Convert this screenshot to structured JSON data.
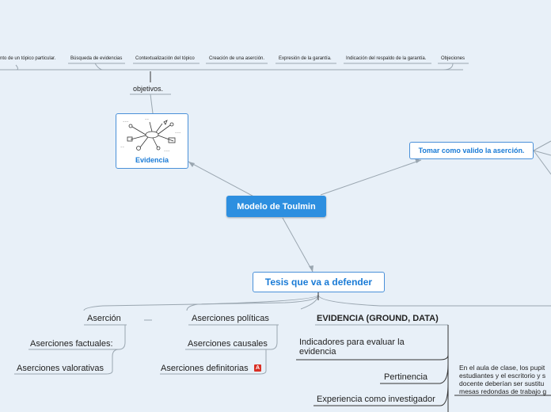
{
  "top_branch": {
    "items": [
      "nto de un tópico particular.",
      "Búsqueda de evidencias",
      "Contextualización del tópico",
      "Creación de una aserción.",
      "Expresión de la garantía.",
      "Indicación del respaldo de la garantía.",
      "Objeciones"
    ],
    "parent": "objetivos."
  },
  "central_topic": "Modelo de Toulmin",
  "evidencia_card": {
    "label": "Evidencia"
  },
  "right_topic": "Tomar como valido la aserción.",
  "main_topic": "Tesis que va a defender",
  "subtopics": {
    "asercion": "Aserción",
    "asercion_children": [
      "Aserciones factuales:",
      "Aserciones valorativas"
    ],
    "politicas": "Aserciones políticas",
    "politicas_children": [
      "Aserciones causales",
      "Aserciones definitorias"
    ],
    "pdf_icon": "pdf-icon",
    "evidencia": "EVIDENCIA (GROUND, DATA)",
    "evidencia_children": [
      "Indicadores para evaluar la",
      "evidencia",
      "Pertinencia",
      "Experiencia como investigador"
    ]
  },
  "note_lines": [
    "En el aula de clase, los pupit",
    "estudiantes y el escritorio y s",
    "docente deberían ser sustitu",
    "mesas redondas de trabajo g"
  ],
  "colors": {
    "background": "#e8f0f8",
    "accent": "#2d8fe0",
    "border": "#4a90d9",
    "line": "#9aa6b0",
    "dark_line": "#333333"
  }
}
